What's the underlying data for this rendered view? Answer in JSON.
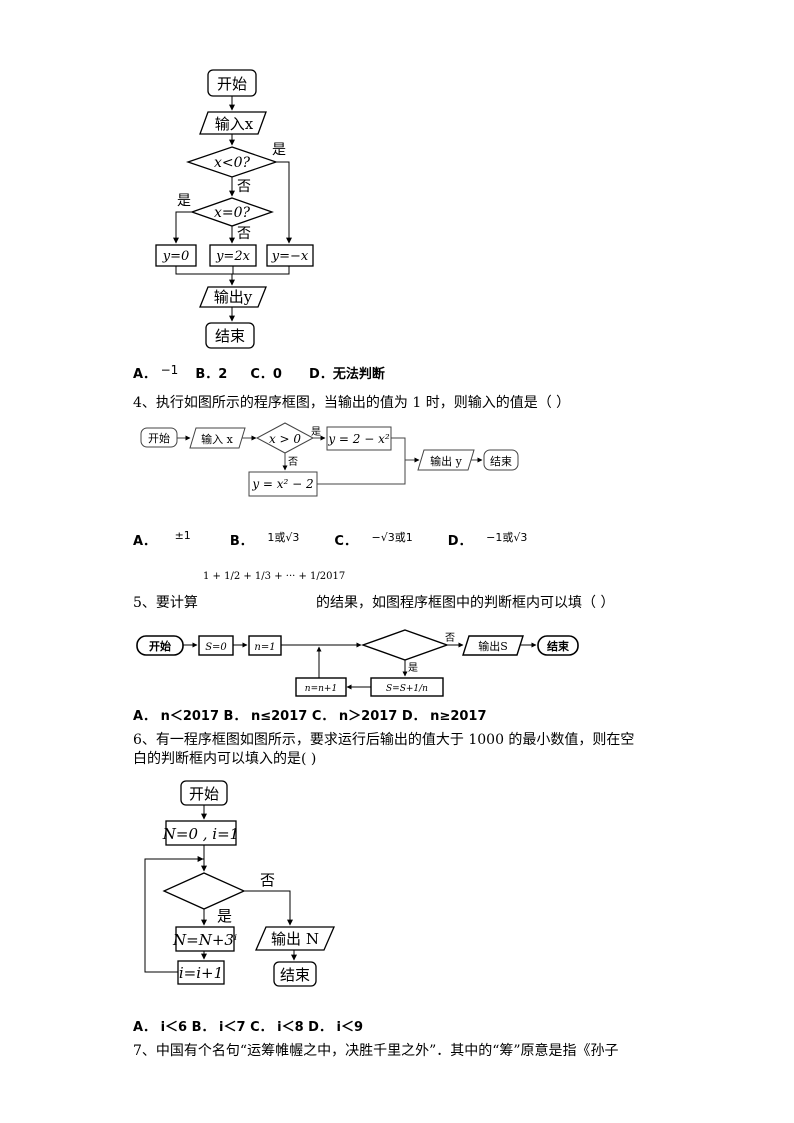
{
  "fc1": {
    "start": "开始",
    "input": "输入x",
    "cond1": "x<0?",
    "cond2": "x=0?",
    "yes1": "是",
    "no1": "否",
    "yes2": "是",
    "no2": "否",
    "box_left": "y=0",
    "box_mid": "y=2x",
    "box_right": "y=−x",
    "output": "输出y",
    "end": "结束"
  },
  "q3_options": {
    "a": "A．",
    "a_val": "−1",
    "b": "B．2",
    "c": "C．0",
    "d": "D．无法判断"
  },
  "q4": {
    "text": "4、执行如图所示的程序框图，当输出的值为 1 时，则输入的值是（    ）",
    "start": "开始",
    "input": "输入 x",
    "cond": "x > 0",
    "yes": "是",
    "no": "否",
    "box_top": "y = 2 − x²",
    "box_bottom": "y = x² − 2",
    "output": "输出 y",
    "end": "结束",
    "options": {
      "a": "A．",
      "a_val": "±1",
      "b": "B．",
      "b_val": "1或√3",
      "c": "C．",
      "c_val": "−√3或1",
      "d": "D．",
      "d_val": "−1或√3"
    }
  },
  "q5": {
    "prefix": "5、要计算",
    "formula_top": "1 + 1/2 + 1/3 + ··· + 1/2017",
    "suffix": "的结果，如图程序框图中的判断框内可以填（      ）",
    "start": "开始",
    "init_s": "S=0",
    "init_n": "n=1",
    "no": "否",
    "yes": "是",
    "output": "输出S",
    "end": "结束",
    "update_s": "S=S+1/n",
    "update_n": "n=n+1",
    "options": "A． n＜2017    B． n≤2017    C． n＞2017    D． n≥2017"
  },
  "q6": {
    "line1": "6、有一程序框图如图所示，要求运行后输出的值大于 1000 的最小数值，则在空",
    "line2": "白的判断框内可以填入的是(     )",
    "start": "开始",
    "init": "N=0 , i=1",
    "no": "否",
    "yes": "是",
    "update_n": "N=N+3ⁱ",
    "output": "输出 N",
    "update_i": "i=i+1",
    "end": "结束",
    "options": "A． i＜6   B． i＜7   C． i＜8   D． i＜9"
  },
  "q7": {
    "line1": "7、中国有个名句“运筹帷幄之中，决胜千里之外”．其中的“筹”原意是指《孙子"
  }
}
